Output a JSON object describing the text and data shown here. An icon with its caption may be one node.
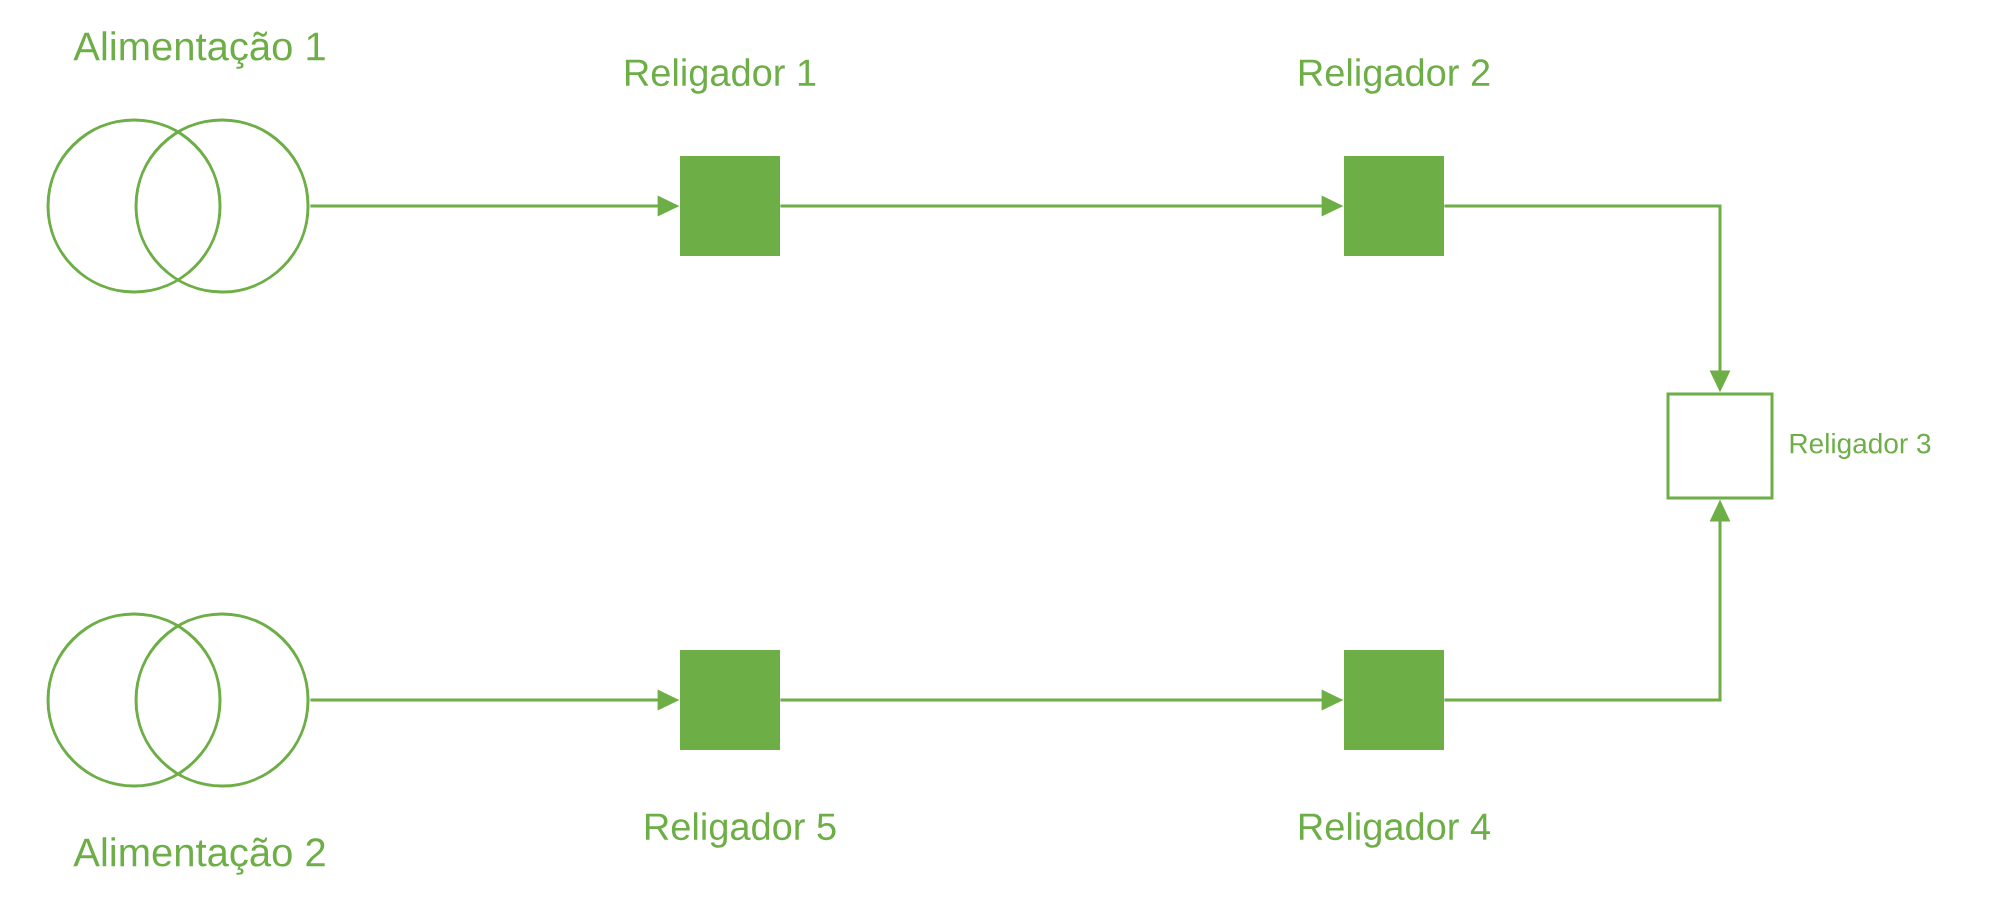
{
  "diagram": {
    "nodes": [
      {
        "text": [
          "Alimentação 1"
        ]
      },
      {
        "text": [
          "Religador 1"
        ]
      },
      {
        "text": [
          "Religador 2"
        ]
      },
      {
        "text": [
          "Religador 3"
        ]
      },
      {
        "text": [
          "Alimentação 2"
        ]
      },
      {
        "text": [
          "Religador 5"
        ]
      },
      {
        "text": [
          "Religador 4"
        ]
      }
    ],
    "edges": [
      {
        "from": 0,
        "to": 1,
        "arrow": "to"
      },
      {
        "from": 1,
        "to": 2,
        "arrow": "to"
      },
      {
        "from": 2,
        "to": 3,
        "arrow": "to"
      },
      {
        "from": 4,
        "to": 5,
        "arrow": "to"
      },
      {
        "from": 5,
        "to": 6,
        "arrow": "to"
      },
      {
        "from": 6,
        "to": 3,
        "arrow": "to"
      }
    ]
  }
}
